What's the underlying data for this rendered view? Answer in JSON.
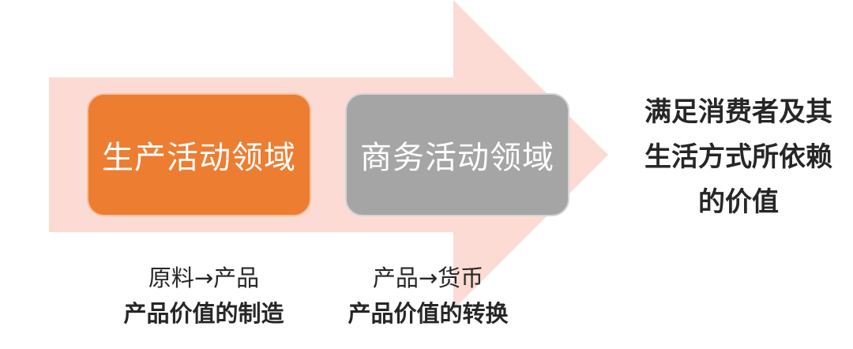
{
  "colors": {
    "arrow": "#fbdbd3",
    "production_box": "#ed7d31",
    "commerce_box": "#a5a5a5",
    "text": "#262626"
  },
  "stages": [
    {
      "label": "生产活动领域",
      "flow": "原料→产品",
      "role": "产品价值的制造"
    },
    {
      "label": "商务活动领域",
      "flow": "产品→货币",
      "role": "产品价值的转换"
    }
  ],
  "outcome": {
    "lines": [
      "满足消费者及其",
      "生活方式所依赖",
      "的价值"
    ]
  }
}
